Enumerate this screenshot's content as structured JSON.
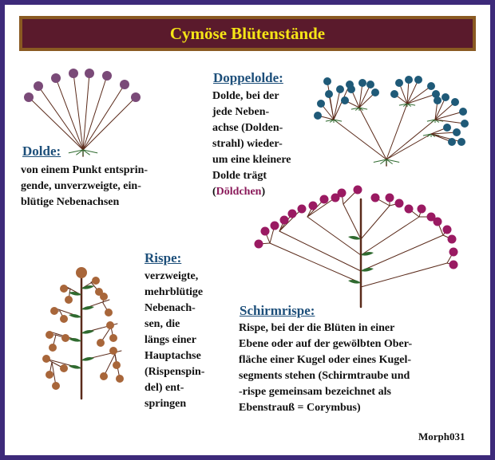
{
  "title": "Cymöse Blütenstände",
  "credit": "Morph031",
  "colors": {
    "frame": "#3d2a7a",
    "title_bg": "#5a1a2c",
    "title_border": "#8a5a22",
    "title_text": "#f5e516",
    "heading": "#1d4f7a",
    "stem": "#5a2a1a",
    "dolde_flower": "#7a4a78",
    "doppeldolde_flower": "#1f5a78",
    "schirmrispe_flower": "#9a1a62",
    "rispe_flower": "#a8663a",
    "leaf": "#2f6a2f"
  },
  "dolde": {
    "heading": "Dolde:",
    "text": "von einem Punkt entsprin-\ngende, unverzweigte, ein-\nblütige Nebenachsen"
  },
  "doppeldolde": {
    "heading": "Doppelolde:",
    "text": "Dolde, bei der\njede Neben-\nachse (Dolden-\nstrahl) wieder-\num eine kleinere\nDolde trägt\n",
    "text_open": "(",
    "text_accent": "Döldchen",
    "text_close": ")"
  },
  "rispe": {
    "heading": "Rispe:",
    "text": "verzweigte,\nmehrblütige\nNebenach-\nsen, die\nlängs einer\nHauptachse\n(Rispenspin-\ndel) ent-\nspringen"
  },
  "schirmrispe": {
    "heading": "Schirmrispe:",
    "text": "Rispe, bei der die Blüten in einer\nEbene oder auf der gewölbten Ober-\nfläche einer Kugel oder eines Kugel-\nsegments stehen (Schirmtraube und\n-rispe gemeinsam bezeichnet als\nEbenstrauß = Corymbus)"
  }
}
